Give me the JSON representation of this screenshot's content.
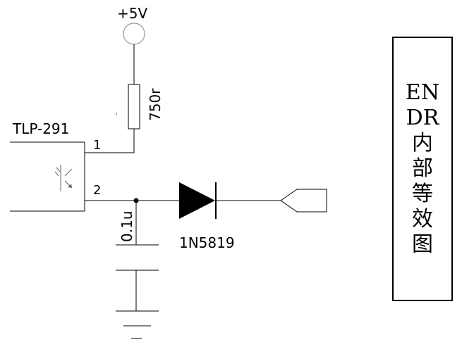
{
  "supply": {
    "label": "+5V"
  },
  "resistor": {
    "label": "750r"
  },
  "optocoupler": {
    "label": "TLP-291",
    "pin1": "1",
    "pin2": "2"
  },
  "capacitor": {
    "label": "0.1u"
  },
  "diode": {
    "label": "1N5819"
  },
  "box": {
    "lines": [
      "EN",
      "DR",
      "内",
      "部",
      "等",
      "效",
      "图"
    ]
  }
}
